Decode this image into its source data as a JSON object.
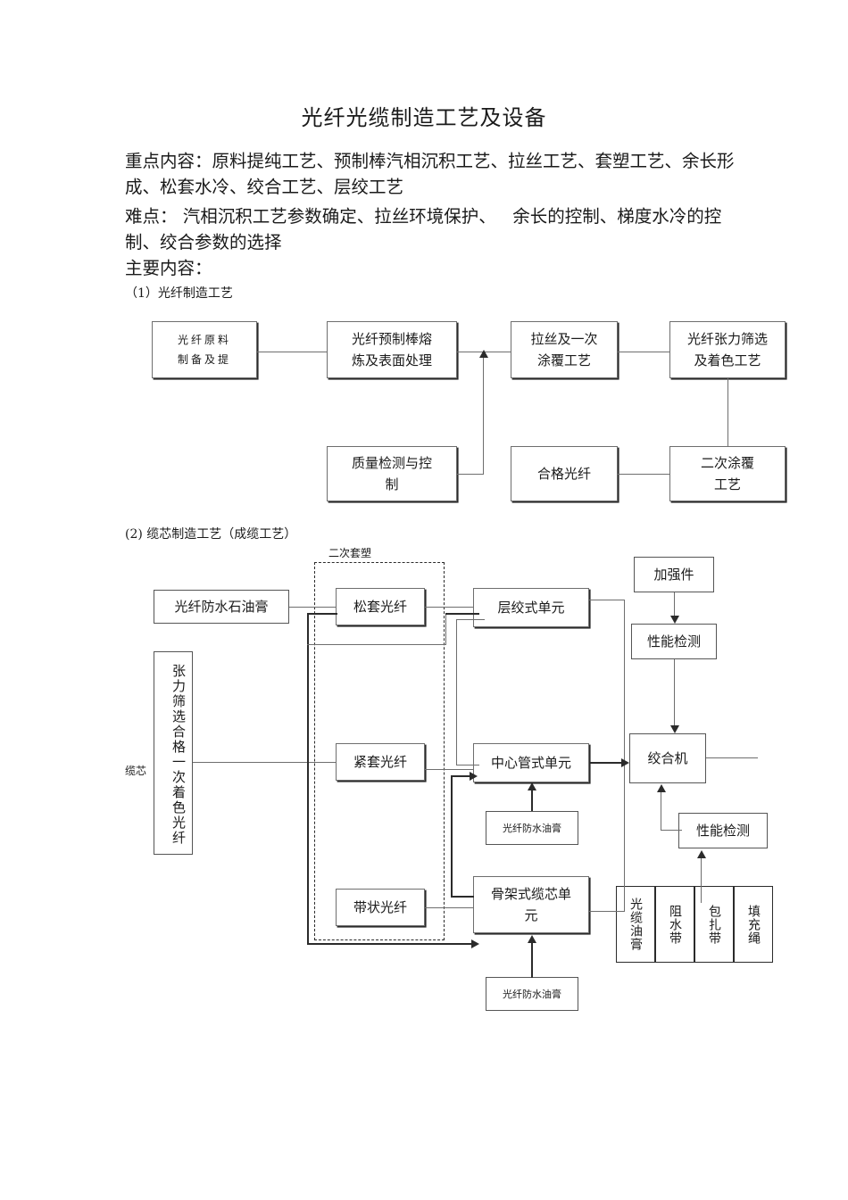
{
  "document": {
    "title": "光纤光缆制造工艺及设备",
    "key_points": "重点内容：原料提纯工艺、预制棒汽相沉积工艺、拉丝工艺、套塑工艺、余长形成、松套水冷、绞合工艺、层绞工艺",
    "difficulties": "难点： 汽相沉积工艺参数确定、拉丝环境保护、   余长的控制、梯度水冷的控制、绞合参数的选择",
    "main_content_label": "主要内容：",
    "section1_label": "（1）光纤制造工艺",
    "section2_label": "(2) 缆芯制造工艺（成缆工艺）"
  },
  "diagram1": {
    "nodes": {
      "raw_material": "光纤原料\n制备及提",
      "preform_melt": "光纤预制棒熔\n炼及表面处理",
      "drawing_coating": "拉丝及一次\n涂覆工艺",
      "tension_color": "光纤张力筛选\n及着色工艺",
      "quality_control": "质量检测与控\n制",
      "qualified_fiber": "合格光纤",
      "secondary_coating": "二次涂覆\n工艺"
    }
  },
  "diagram2": {
    "group_label": "二次套塑",
    "side_label": "缆芯",
    "nodes": {
      "waterproof_petroleum_jelly": "光纤防水石油膏",
      "tension_screened_fiber": "张力筛选合格一次着色光纤",
      "loose_tube_fiber": "松套光纤",
      "tight_buffered_fiber": "紧套光纤",
      "ribbon_fiber": "带状光纤",
      "stranded_unit": "层绞式单元",
      "central_tube_unit": "中心管式单元",
      "skeleton_core_unit": "骨架式缆芯单\n元",
      "waterproof_jelly_mid": "光纤防水油膏",
      "waterproof_jelly_bottom": "光纤防水油膏",
      "strength_member": "加强件",
      "performance_test_top": "性能检测",
      "stranding_machine": "绞合机",
      "performance_test_bottom": "性能检测"
    },
    "material_cells": [
      "光缆油膏",
      "阻水带",
      "包扎带",
      "填充绳"
    ]
  }
}
